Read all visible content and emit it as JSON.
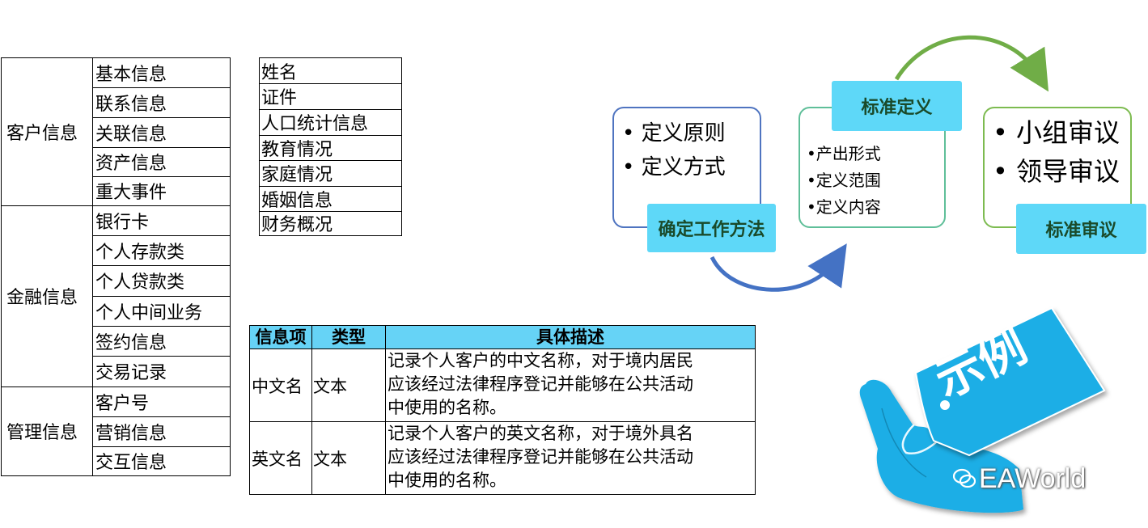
{
  "customer_categories": {
    "groups": [
      {
        "name": "客户信息",
        "items": [
          "基本信息",
          "联系信息",
          "关联信息",
          "资产信息",
          "重大事件"
        ]
      },
      {
        "name": "金融信息",
        "items": [
          "银行卡",
          "个人存款类",
          "个人贷款类",
          "个人中间业务",
          "签约信息",
          "交易记录"
        ]
      },
      {
        "name": "管理信息",
        "items": [
          "客户号",
          "营销信息",
          "交互信息"
        ]
      }
    ]
  },
  "basic_attributes": [
    "姓名",
    "证件",
    "人口统计信息",
    "教育情况",
    "家庭情况",
    "婚姻信息",
    "财务概况"
  ],
  "definition_table": {
    "headers": [
      "信息项",
      "类型",
      "具体描述"
    ],
    "rows": [
      {
        "item": "中文名",
        "type": "文本",
        "description": [
          "记录个人客户的中文名称，对于境内居民",
          "应该经过法律程序登记并能够在公共活动",
          "中使用的名称。"
        ]
      },
      {
        "item": "英文名",
        "type": "文本",
        "description": [
          "记录个人客户的英文名称，对于境外具名",
          "应该经过法律程序登记并能够在公共活动",
          "中使用的名称。"
        ]
      }
    ]
  },
  "process": {
    "stage1": {
      "label": "确定工作方法",
      "bullets": [
        "定义原则",
        "定义方式"
      ],
      "color": "#4f74c0"
    },
    "stage2": {
      "label": "标准定义",
      "bullets": [
        "产出形式",
        "定义范围",
        "定义内容"
      ],
      "color": "#5fbf99"
    },
    "stage3": {
      "label": "标准审议",
      "bullets": [
        "小组审议",
        "领导审议"
      ],
      "color": "#7dbb50"
    }
  },
  "tag": {
    "text": "示例",
    "color": "#1aaee6"
  },
  "watermark": {
    "text": "EAWorld"
  }
}
